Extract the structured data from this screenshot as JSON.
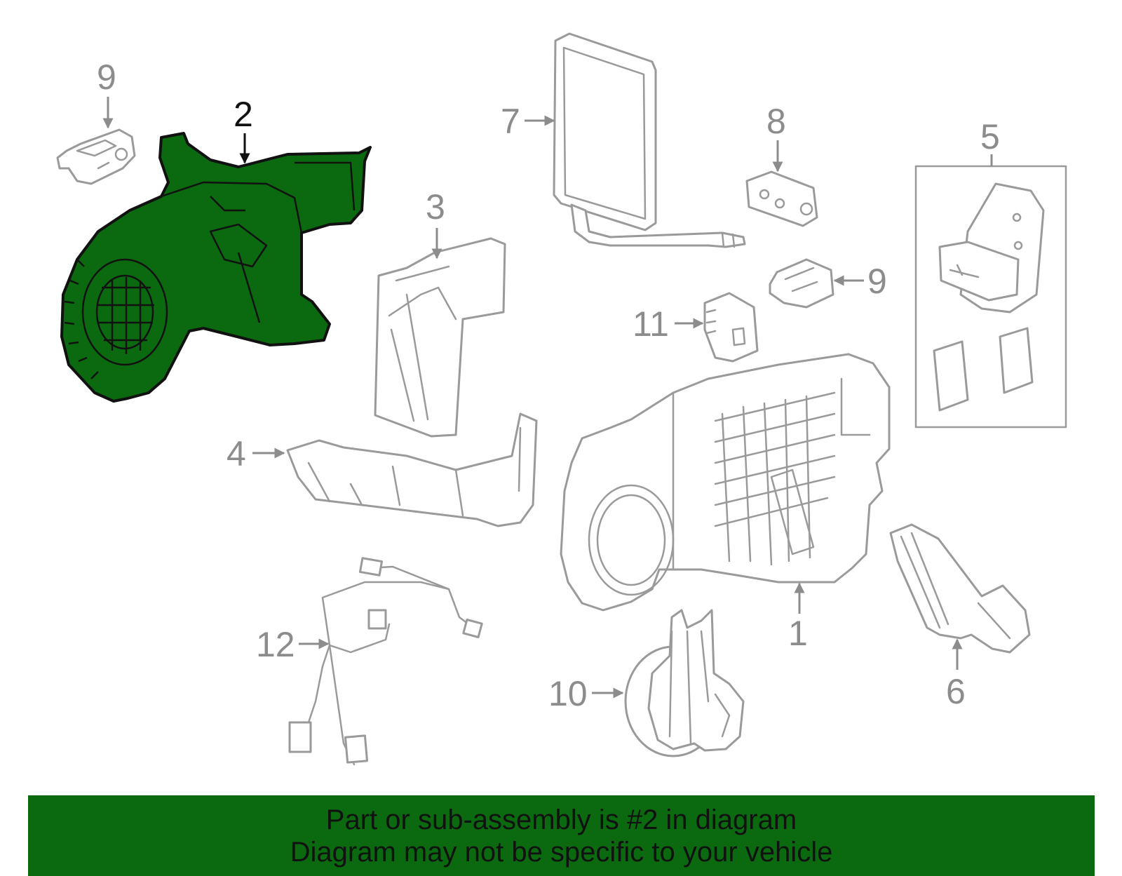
{
  "colors": {
    "highlight_fill": "#0b6a10",
    "line_gray": "#9a9a9a",
    "banner_bg": "#0b6a10",
    "text_dark": "#111111"
  },
  "callouts": {
    "c9a": "9",
    "c2": "2",
    "c7": "7",
    "c8": "8",
    "c5": "5",
    "c3": "3",
    "c9b": "9",
    "c11": "11",
    "c4": "4",
    "c1": "1",
    "c12": "12",
    "c10": "10",
    "c6": "6"
  },
  "highlighted_part": "2",
  "banner": {
    "line1": "Part or sub-assembly is #2 in diagram",
    "line2": "Diagram may not be specific to your vehicle"
  }
}
